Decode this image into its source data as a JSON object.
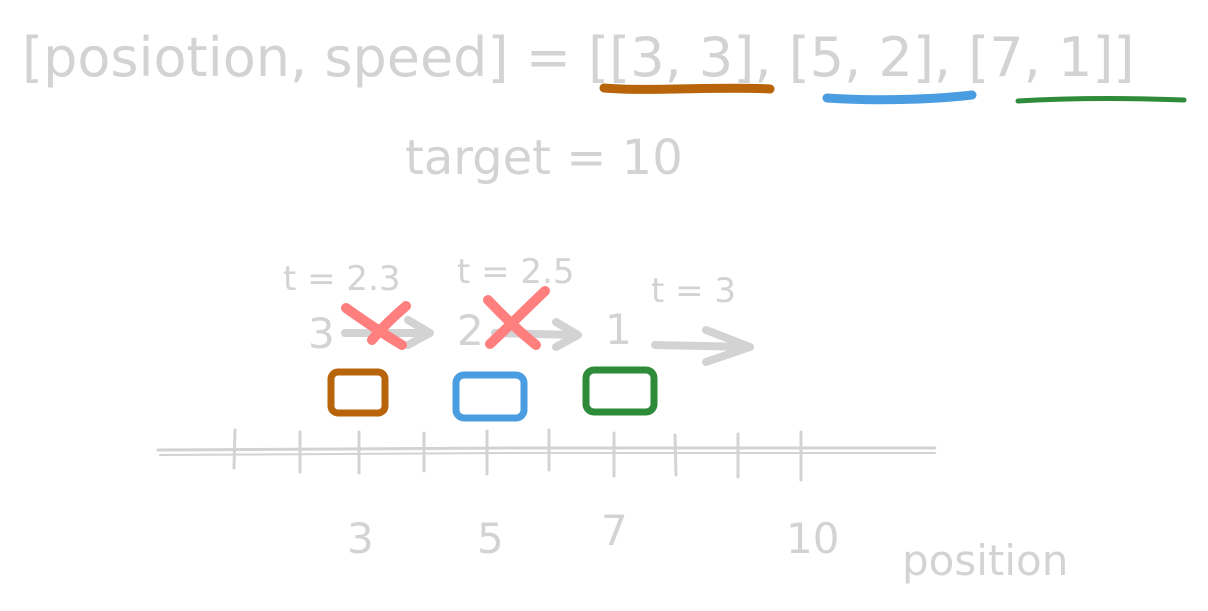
{
  "title": "[posiotion, speed] = [[3, 3], [5, 2], [7, 1]]",
  "title_parts": {
    "lead": "[posiotion, speed] = [",
    "car1": "[3, 3]",
    "sep1": ", ",
    "car2": "[5, 2]",
    "sep2": ", ",
    "car3": "[7, 1]",
    "tail": "]"
  },
  "target_text": "target = 10",
  "axis": {
    "label": "position",
    "tick_labels": [
      "3",
      "5",
      "7",
      "10"
    ]
  },
  "cars": [
    {
      "position": 3,
      "speed": 3,
      "speed_label": "3",
      "time_label": "t = 2.3",
      "color": "#b8640a",
      "eliminated": true
    },
    {
      "position": 5,
      "speed": 2,
      "speed_label": "2",
      "time_label": "t = 2.5",
      "color": "#4a9de0",
      "eliminated": true
    },
    {
      "position": 7,
      "speed": 1,
      "speed_label": "1",
      "time_label": "t = 3",
      "color": "#2e8b3a",
      "eliminated": false
    }
  ],
  "colors": {
    "text": "#d3d3d3",
    "cross": "#ff7f7f",
    "arrow": "#d3d3d3"
  }
}
